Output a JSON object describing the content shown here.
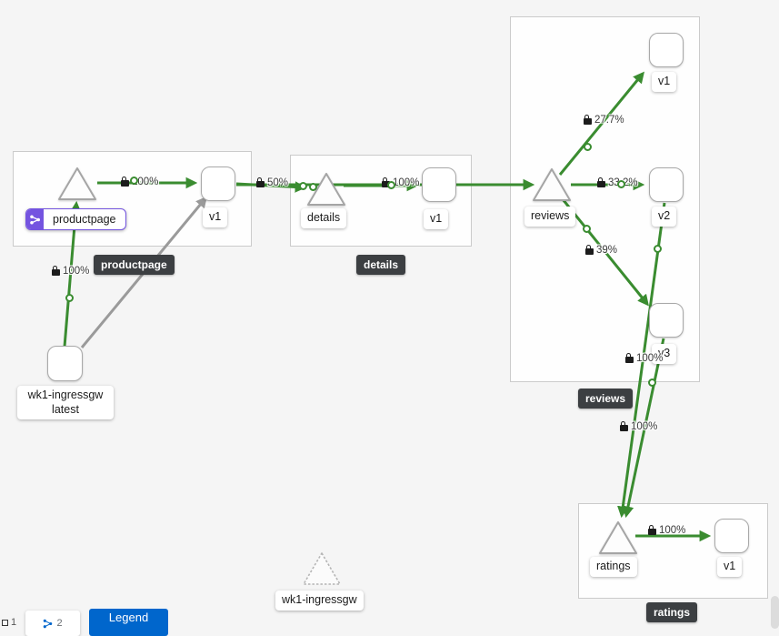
{
  "colors": {
    "background": "#f5f5f5",
    "edge_green": "#3a8c30",
    "edge_gray": "#9a9a9a",
    "dark_badge_bg": "#3c3f42",
    "selected_purple": "#7454e0",
    "button_blue": "#0066cc"
  },
  "groups": [
    {
      "badge": "productpage"
    },
    {
      "badge": "details"
    },
    {
      "badge": "reviews"
    },
    {
      "badge": "ratings"
    }
  ],
  "nodes": {
    "productpage": {
      "label": "productpage"
    },
    "productpage_v1": {
      "label": "v1"
    },
    "details": {
      "label": "details"
    },
    "details_v1": {
      "label": "v1"
    },
    "reviews": {
      "label": "reviews"
    },
    "reviews_v1": {
      "label": "v1"
    },
    "reviews_v2": {
      "label": "v2"
    },
    "reviews_v3": {
      "label": "v3"
    },
    "ratings": {
      "label": "ratings"
    },
    "ratings_v1": {
      "label": "v1"
    },
    "ingress_workload": {
      "label_line1": "wk1-ingressgw",
      "label_line2": "latest"
    },
    "ingress_idle": {
      "label": "wk1-ingressgw"
    }
  },
  "edge_labels": {
    "ingress_to_productpage": "100%",
    "productpage_to_v1": "100%",
    "v1_to_details": "50%",
    "details_to_v1": "100%",
    "reviews_to_v1": "27.7%",
    "reviews_to_v2": "33.2%",
    "reviews_to_v3": "39%",
    "v3_to_ratings": "100%",
    "v2_to_ratings": "100%",
    "ratings_to_v1": "100%"
  },
  "toolbar": {
    "count_1": "1",
    "count_2": "2",
    "legend_label": "Legend"
  }
}
